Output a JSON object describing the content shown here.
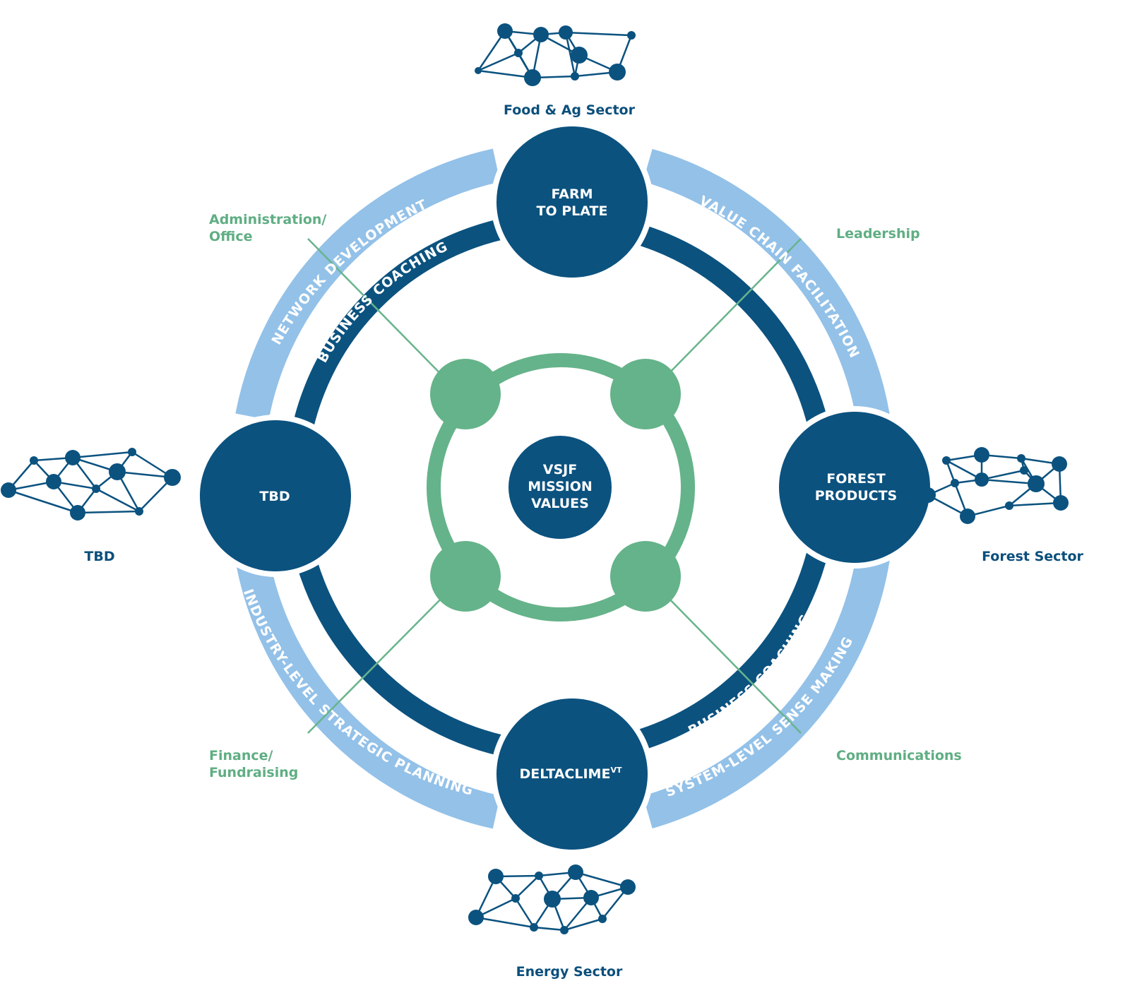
{
  "colors": {
    "navy": "#0b527f",
    "light_blue": "#93c1e8",
    "green": "#65b38a",
    "line_green": "#68b48b",
    "white": "#ffffff"
  },
  "center": {
    "lines": [
      "VSJF",
      "MISSION",
      "VALUES"
    ]
  },
  "hubs": {
    "top": {
      "lines": [
        "FARM",
        "TO PLATE"
      ]
    },
    "right": {
      "lines": [
        "FOREST",
        "PRODUCTS"
      ]
    },
    "bottom": {
      "main": "DELTACLIME",
      "sup": "VT"
    },
    "left": {
      "lines": [
        "TBD"
      ]
    }
  },
  "outer_arcs": {
    "top_left": "NETWORK DEVELOPMENT",
    "top_right": "VALUE CHAIN FACILITATION",
    "bottom_left": "INDUSTRY-LEVEL STRATEGIC PLANNING",
    "bottom_right": "SYSTEM-LEVEL SENSE MAKING"
  },
  "inner_arcs": {
    "top_left": "BUSINESS COACHING",
    "bottom_right": "BUSINESS COACHING"
  },
  "sectors": {
    "top": "Food & Ag Sector",
    "right": "Forest Sector",
    "bottom": "Energy Sector",
    "left": "TBD"
  },
  "functions": {
    "top_left": [
      "Administration/",
      "Office"
    ],
    "top_right": [
      "Leadership"
    ],
    "bottom_left": [
      "Finance/",
      "Fundraising"
    ],
    "bottom_right": [
      "Communications"
    ]
  },
  "icons": {
    "network": "network-cluster-icon"
  }
}
